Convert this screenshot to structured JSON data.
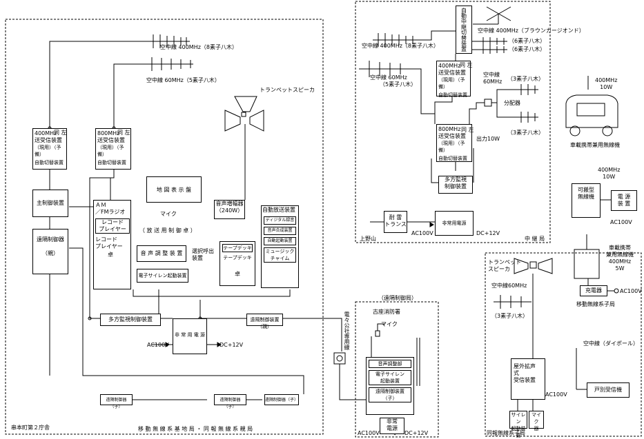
{
  "main_station": {
    "antenna1_label": "空中線 400MHz（8素子八木）",
    "antenna2_label": "空中線 60MHz（5素子八木）",
    "trumpet_label": "トランペットスピーカ",
    "rx400_box": [
      "400MHz",
      "送受信装置",
      "（現用）（予備）"
    ],
    "rx400_side": "同 左",
    "auto_switch1": "自動切替装置",
    "rx800_box": [
      "800MHz",
      "送受信装置",
      "（現用）（予備）"
    ],
    "rx800_side": "同 左",
    "auto_switch2": "自動切替装置",
    "main_control": "主制御装置",
    "remote_control": [
      "遠隔制御器",
      "（親）"
    ],
    "map_display": "地 図 表 示 盤",
    "mic": "マイク",
    "console_title": "（ 放 送 用 制 御 卓 ）",
    "amp": [
      "音声増幅器",
      "（240W）"
    ],
    "am_fm": [
      "ＡＭ",
      "／FMラジオ"
    ],
    "record_player1": [
      "レコード",
      "プレイヤー"
    ],
    "record_player2": [
      "レコード",
      "プレイヤー"
    ],
    "desk1": "卓",
    "audio_control": "音 声 調 整 装 置",
    "siren": "電子サイレン起動装置",
    "select_output": [
      "選択呼出",
      "装置"
    ],
    "tape_deck1": "テープデッキ",
    "tape_deck2": "テープデッキ",
    "desk2": "卓",
    "auto_broadcast_title": "自動放送装置",
    "auto_items": [
      "ディジタル録音",
      "音声合成装置",
      "自動起動装置"
    ],
    "music_chime": [
      "ミュージック",
      "チャイム"
    ],
    "multi_monitor": "多方監視制御装置",
    "remote_control_parent": "遠隔制御装置（親）",
    "power_supply": "非 常 用 電 源",
    "ac100": "AC100V",
    "dc12": "DC+12V",
    "child_remotes": [
      "遠隔制御器（子）",
      "遠隔制御器（子）",
      "遠隔制御器（子）"
    ],
    "footer_left": "串本町第２庁舎",
    "footer_center": "移 動 無 線 系 基 地 局 ・ 同 報 無 線 系 親 局"
  },
  "relay_station": {
    "box_label": [
      "自動中継切替装置"
    ],
    "antenna_brown": "空中線 400MHz（ブラウンカージオンド）",
    "six_elem_1": "（6素子八木）",
    "six_elem_2": "（6素子八木）",
    "antenna_400": "空中線 400MHz（8素子八木）",
    "antenna_60": [
      "空中線 60MHz",
      "（5素子八木）"
    ],
    "rx400_box": [
      "400MHz",
      "送受信装置",
      "（現用）（予備）"
    ],
    "rx400_side": "同 左",
    "auto_switch_a": "自動切替装置",
    "antenna_60b": [
      "空中線",
      "60MHz"
    ],
    "three_elem_1": "（3素子八木）",
    "splitter": "分配器",
    "three_elem_2": "（3素子八木）",
    "rx800_box": [
      "800MHz",
      "送受信装置",
      "（現用）（予備）"
    ],
    "rx800_side": "同 左",
    "output": "出力10W",
    "auto_switch_b": "自動切替装置",
    "multi_monitor": [
      "多方監視",
      "制御装置"
    ],
    "lightning": [
      "耐 雷",
      "トランス"
    ],
    "power_supply": "非常用電源",
    "ac100": "AC100V",
    "dc12": "DC+12V",
    "footer_left": "上野山",
    "footer_right": "中 継 局"
  },
  "mobile": {
    "car_label": [
      "400MHz",
      "10W"
    ],
    "car_caption": "車載携帯兼用無線機",
    "portable_freq": [
      "400MHz",
      "10W"
    ],
    "portable_box": [
      "可搬型",
      "無線機"
    ],
    "power_box": [
      "電 源",
      "装 置"
    ],
    "ac100": "AC100V",
    "handheld_title": [
      "車載携帯",
      "兼用無線機",
      "400MHz",
      "5W"
    ],
    "charger": "充電器",
    "ac100b": "AC100V",
    "caption": "移動無線系子局"
  },
  "remote_station": {
    "title": "（遠隔制御局）",
    "location": "古座消防署",
    "vertical_label": "電々公社専用線",
    "mic": "マイク",
    "audio": "音声調整部",
    "siren": [
      "電子サイレン",
      "起動装置"
    ],
    "remote": [
      "遠隔制御装置",
      "（子）"
    ],
    "power": [
      "非常",
      "電源"
    ],
    "ac100": "AC100V",
    "dc12": "DC+12V"
  },
  "outdoor_station": {
    "trumpet": [
      "トランペット",
      "スピーカ"
    ],
    "antenna": "空中線60MHz",
    "antenna_type": "（3素子八木）",
    "receiver": [
      "屋外拡声",
      "式",
      "受信装置"
    ],
    "ac100": "AC100V",
    "siren": [
      "サイレン",
      "起動装置"
    ],
    "mic_amp": [
      "マイク",
      "器"
    ],
    "caption": "同報無線系子局"
  },
  "home_receiver": {
    "antenna": "空中線（ダイポール）",
    "receiver": "戸別受信機"
  }
}
